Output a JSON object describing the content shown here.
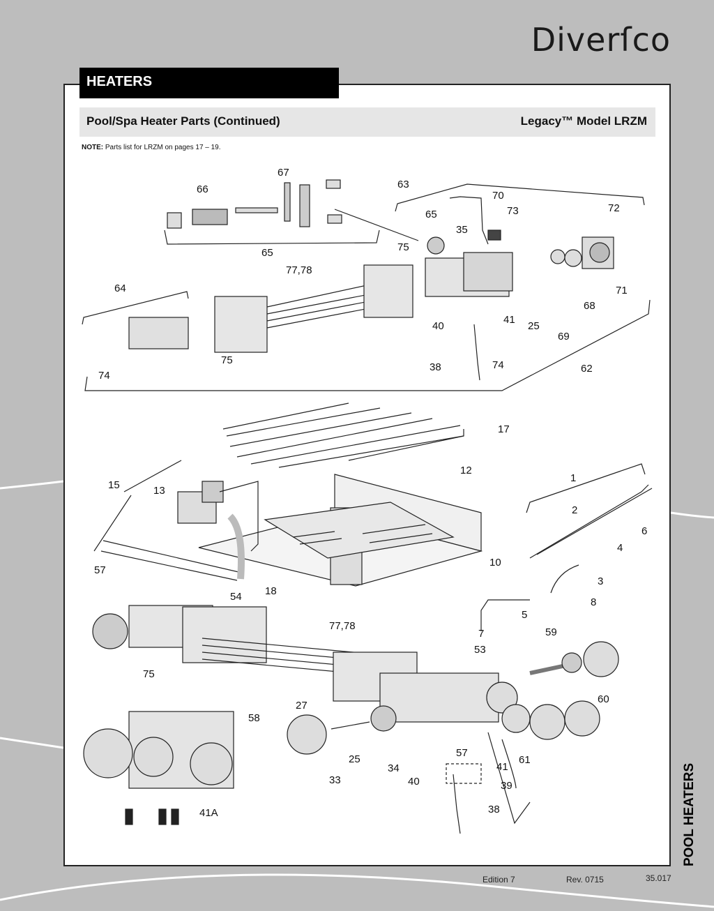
{
  "brand": "Diverſco",
  "section_tab": "HEATERS",
  "subheader": {
    "title": "Pool/Spa Heater Parts (Continued)",
    "model": "Legacy™ Model LRZM"
  },
  "note": {
    "label": "NOTE:",
    "text": "Parts list for LRZM on pages 17 – 19."
  },
  "side_label": "POOL HEATERS",
  "footer": {
    "edition": "Edition 7",
    "rev": "Rev. 0715",
    "page": "35.017"
  },
  "callouts": {
    "c67": "67",
    "c66": "66",
    "c65": "65",
    "c63": "63",
    "c70": "70",
    "c73": "73",
    "c72": "72",
    "c65b": "65",
    "c35": "35",
    "c75": "75",
    "c7778": "77,78",
    "c64": "64",
    "c71": "71",
    "c68": "68",
    "c41": "41",
    "c40": "40",
    "c25": "25",
    "c69": "69",
    "c75b": "75",
    "c74": "74",
    "c74b": "74",
    "c38": "38",
    "c62": "62",
    "c17": "17",
    "c12": "12",
    "c15": "15",
    "c13": "13",
    "c1": "1",
    "c2": "2",
    "c6": "6",
    "c4": "4",
    "c10": "10",
    "c3": "3",
    "c57": "57",
    "c18": "18",
    "c54": "54",
    "c5": "5",
    "c8": "8",
    "c7778b": "77,78",
    "c7": "7",
    "c59": "59",
    "c53": "53",
    "c75c": "75",
    "c60": "60",
    "c27": "27",
    "c58": "58",
    "c25b": "25",
    "c34": "34",
    "c57b": "57",
    "c61": "61",
    "c33": "33",
    "c41b": "41",
    "c40b": "40",
    "c39": "39",
    "c41a": "41A",
    "c38b": "38"
  }
}
